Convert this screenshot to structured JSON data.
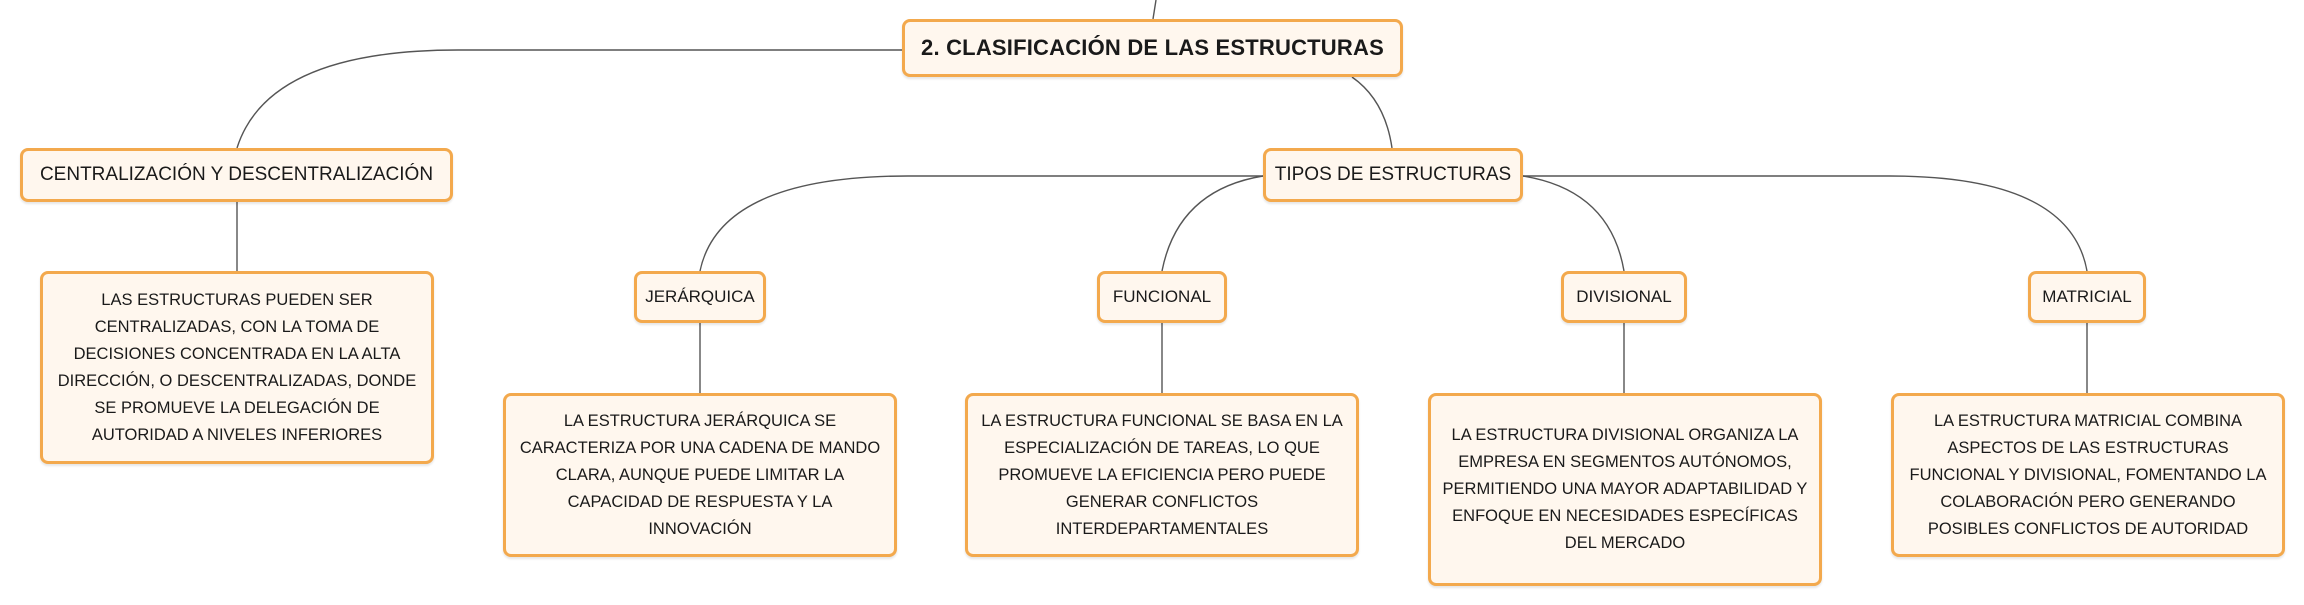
{
  "root": {
    "label": "2. CLASIFICACIÓN DE LAS ESTRUCTURAS"
  },
  "centralizacion": {
    "label": "CENTRALIZACIÓN Y DESCENTRALIZACIÓN",
    "description": "LAS ESTRUCTURAS PUEDEN SER CENTRALIZADAS, CON LA TOMA DE DECISIONES CONCENTRADA EN LA ALTA DIRECCIÓN, O DESCENTRALIZADAS, DONDE SE PROMUEVE LA DELEGACIÓN DE AUTORIDAD A NIVELES INFERIORES"
  },
  "tipos": {
    "label": "TIPOS DE ESTRUCTURAS",
    "items": [
      {
        "label": "JERÁRQUICA",
        "description": "LA ESTRUCTURA JERÁRQUICA SE CARACTERIZA POR UNA CADENA DE MANDO CLARA, AUNQUE PUEDE LIMITAR LA CAPACIDAD DE RESPUESTA Y LA INNOVACIÓN"
      },
      {
        "label": "FUNCIONAL",
        "description": "LA ESTRUCTURA FUNCIONAL SE BASA EN LA ESPECIALIZACIÓN DE TAREAS, LO QUE PROMUEVE LA EFICIENCIA PERO PUEDE GENERAR CONFLICTOS INTERDEPARTAMENTALES"
      },
      {
        "label": "DIVISIONAL",
        "description": "LA ESTRUCTURA DIVISIONAL ORGANIZA LA EMPRESA EN SEGMENTOS AUTÓNOMOS, PERMITIENDO UNA MAYOR ADAPTABILIDAD Y ENFOQUE EN NECESIDADES ESPECÍFICAS DEL MERCADO"
      },
      {
        "label": "MATRICIAL",
        "description": "LA ESTRUCTURA MATRICIAL COMBINA ASPECTOS DE LAS ESTRUCTURAS FUNCIONAL Y DIVISIONAL, FOMENTANDO LA COLABORACIÓN PERO GENERANDO POSIBLES CONFLICTOS DE AUTORIDAD"
      }
    ]
  },
  "colors": {
    "node_border": "#f3a94d",
    "node_fill": "#fff7ee",
    "connector": "#555555"
  }
}
